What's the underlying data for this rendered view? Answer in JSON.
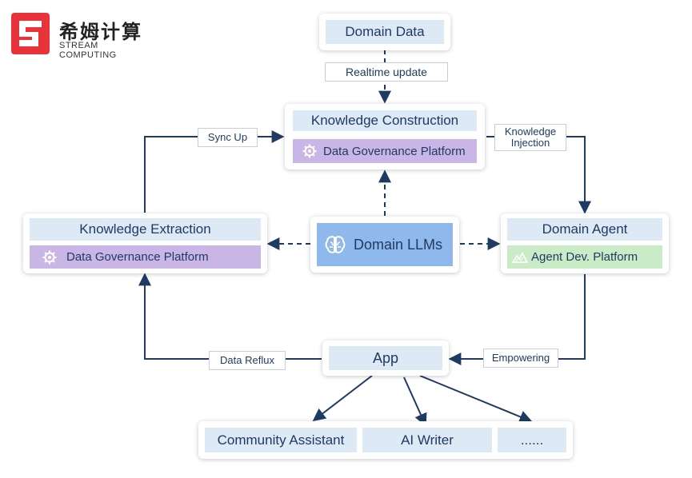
{
  "logo": {
    "name_cn": "希姆计算",
    "name_en": "STREAM COMPUTING",
    "brand_color": "#e8333a"
  },
  "nodes": {
    "domain_data": "Domain Data",
    "realtime_update": "Realtime update",
    "knowledge_construction": "Knowledge Construction",
    "construction_platform": "Data Governance Platform",
    "knowledge_injection": "Knowledge Injection",
    "sync_up": "Sync Up",
    "knowledge_extraction": "Knowledge Extraction",
    "extraction_platform": "Data Governance Platform",
    "domain_llms": "Domain LLMs",
    "domain_agent": "Domain Agent",
    "agent_platform": "Agent Dev. Platform",
    "app": "App",
    "data_reflux": "Data Reflux",
    "empowering": "Empowering",
    "apps": [
      "Community Assistant",
      "AI Writer",
      "......"
    ]
  },
  "colors": {
    "line": "#1f3b63",
    "bar": "#dde9f5",
    "governance": "#c9b6e6",
    "agent_platform": "#c9ebc6",
    "llm": "#8fb8ec"
  },
  "icons": {
    "governance": "gear-brain-icon",
    "llm": "brain-icon",
    "agent_platform": "mountain-chart-icon"
  }
}
